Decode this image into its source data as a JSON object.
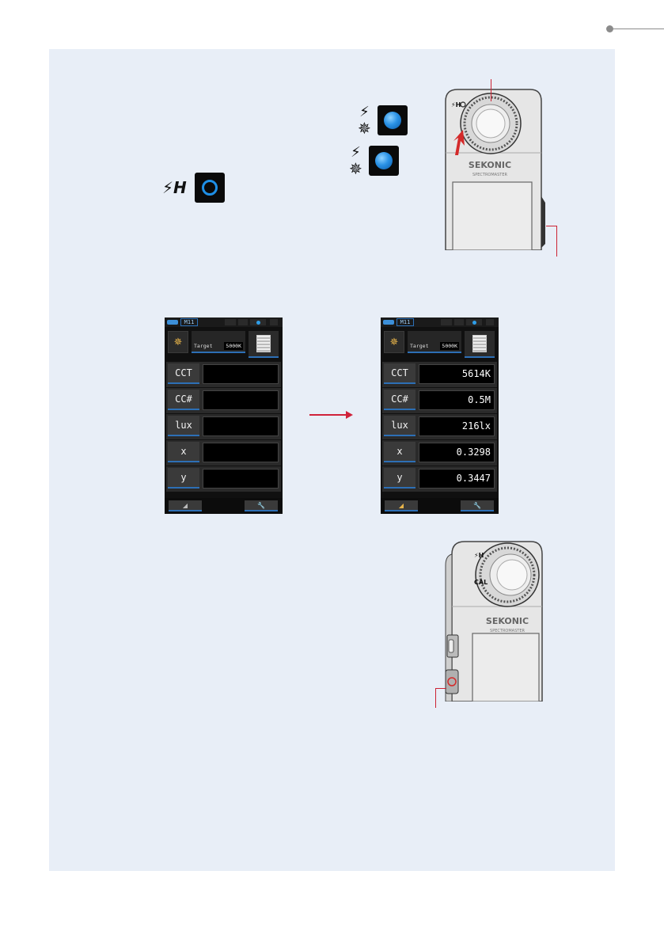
{
  "mode_icons": {
    "flash_h_symbol": "⚡H",
    "flash_symbol": "⚡",
    "ambient_symbol": "✵"
  },
  "meter_top": {
    "brand": "SEKONIC",
    "model": "SPECTROMASTER",
    "dial_label": "⚡H"
  },
  "meter_bottom": {
    "brand": "SEKONIC",
    "model": "SPECTROMASTER",
    "dial_label": "⚡H",
    "cal_label": "CAL"
  },
  "screen_before": {
    "memory": "M11",
    "target_label": "Target",
    "target_value": "5000K",
    "rows": [
      {
        "label": "CCT",
        "value": ""
      },
      {
        "label": "CC#",
        "value": ""
      },
      {
        "label": "lux",
        "value": ""
      },
      {
        "label": "x",
        "value": ""
      },
      {
        "label": "y",
        "value": ""
      }
    ]
  },
  "screen_after": {
    "memory": "M11",
    "target_label": "Target",
    "target_value": "5000K",
    "rows": [
      {
        "label": "CCT",
        "value": "5614K"
      },
      {
        "label": "CC#",
        "value": "0.5M"
      },
      {
        "label": "lux",
        "value": "216lx"
      },
      {
        "label": "x",
        "value": "0.3298"
      },
      {
        "label": "y",
        "value": "0.3447"
      }
    ]
  },
  "colors": {
    "accent_blue": "#2e8fe6",
    "callout_red": "#cc2233",
    "panel_bg": "#e8eef7"
  }
}
